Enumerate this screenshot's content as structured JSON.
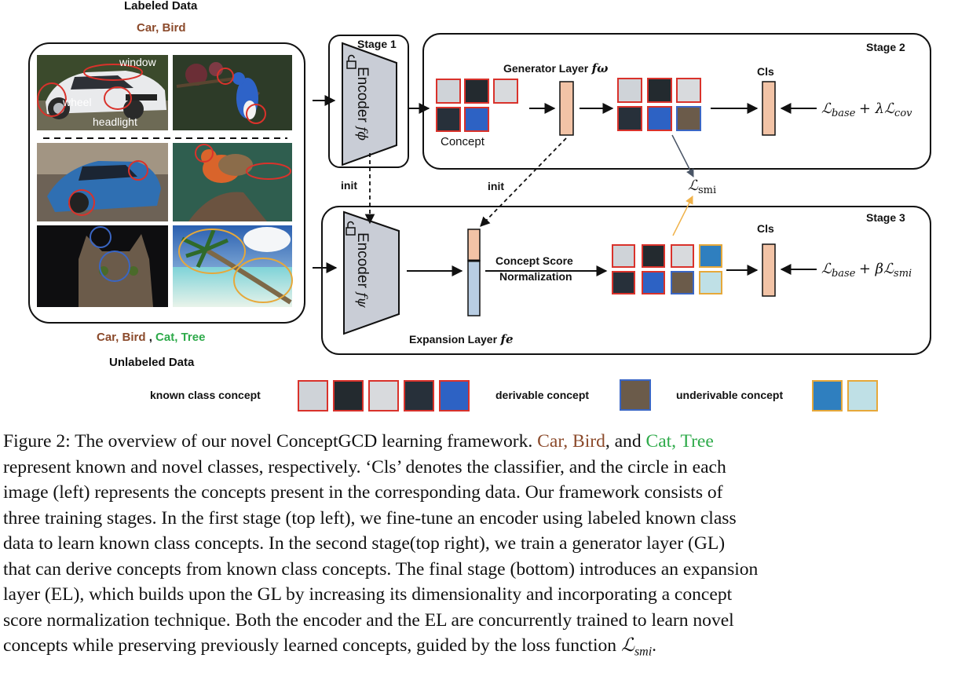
{
  "colors": {
    "known": "#8B4A2B",
    "novel": "#2EAA4A",
    "concept_border_red": "#D9322B",
    "concept_border_blue": "#3A66C4",
    "concept_border_yellow": "#E6A83A",
    "layer_peach": "#F2C3A6",
    "layer_blue": "#B8CDE3",
    "encoder_fill": "#C9CDD6",
    "arrow_orange": "#F0B24A"
  },
  "data_panel": {
    "labeled_title": "Labeled Data",
    "labeled_classes": "Car, Bird",
    "unlabeled_known": "Car, Bird",
    "unlabeled_sep": " ,",
    "unlabeled_novel": "Cat, Tree",
    "unlabeled_title": "Unlabeled Data",
    "car_tags": [
      "window",
      "wheel",
      "headlight"
    ]
  },
  "stage1": {
    "title": "Stage 1",
    "encoder_label": "Encoder",
    "encoder_sub": "fϕ",
    "init_left": "init"
  },
  "stage2": {
    "title": "Stage 2",
    "generator_label": "Generator Layer",
    "generator_sub": "fω",
    "concept_label": "Concept",
    "cls_label": "Cls",
    "loss_main": "ℒ",
    "loss_main_sub": "base",
    "loss_plus": "+ λℒ",
    "loss_extra_sub": "cov"
  },
  "smi": {
    "label": "ℒ",
    "sub": "smi",
    "init_mid": "init"
  },
  "stage3": {
    "title": "Stage 3",
    "encoder_label": "Encoder",
    "encoder_sub": "fψ",
    "norm_line1": "Concept Score",
    "norm_line2": "Normalization",
    "expansion_label": "Expansion Layer",
    "expansion_sub": "fe",
    "cls_label": "Cls",
    "loss_main": "ℒ",
    "loss_main_sub": "base",
    "loss_plus": "+ βℒ",
    "loss_extra_sub": "smi"
  },
  "legend": {
    "known": "known class concept",
    "derivable": "derivable concept",
    "underivable": "underivable concept"
  },
  "caption": {
    "l1_a": "Figure 2: The overview of our novel ConceptGCD learning framework. ",
    "l1_known": "Car, Bird",
    "l1_b": ", and ",
    "l1_novel": "Cat, Tree",
    "l2": "represent known and novel classes, respectively. ‘Cls’ denotes the classifier, and the circle in each",
    "l3": "image (left) represents the concepts present in the corresponding data. Our framework consists of",
    "l4": "three training stages. In the first stage (top left), we fine-tune an encoder using labeled known class",
    "l5": "data to learn known class concepts. In the second stage(top right), we train a generator layer (GL)",
    "l6": "that can derive concepts from known class concepts. The final stage (bottom) introduces an expansion",
    "l7": "layer (EL), which builds upon the GL by increasing its dimensionality and incorporating a concept",
    "l8": "score normalization technique. Both the encoder and the EL are concurrently trained to learn novel",
    "l9_a": "concepts while preserving previously learned concepts, guided by the loss function ",
    "l9_math": "ℒ",
    "l9_sub": "smi",
    "l9_end": "."
  }
}
